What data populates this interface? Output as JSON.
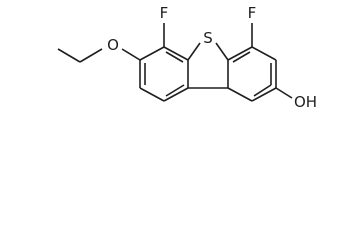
{
  "molecule": {
    "atoms": {
      "sulfur": "S",
      "fluorine_left": "F",
      "fluorine_right": "F",
      "ether_oxygen": "O",
      "hydroxyl": "OH"
    },
    "colors": {
      "line": "#1f1f1f",
      "background": "#ffffff"
    }
  }
}
